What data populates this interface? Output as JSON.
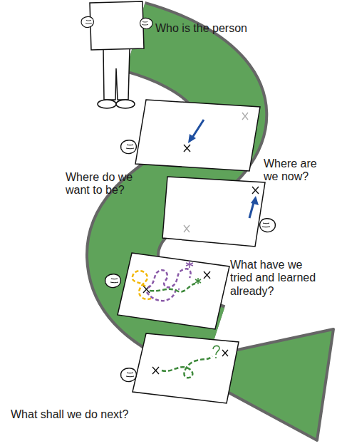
{
  "diagram": {
    "labels": [
      "Who is the person",
      "Where are we now?",
      "Where do we want to be?",
      "What have we tried and learned already?",
      "What shall we do next?"
    ]
  }
}
